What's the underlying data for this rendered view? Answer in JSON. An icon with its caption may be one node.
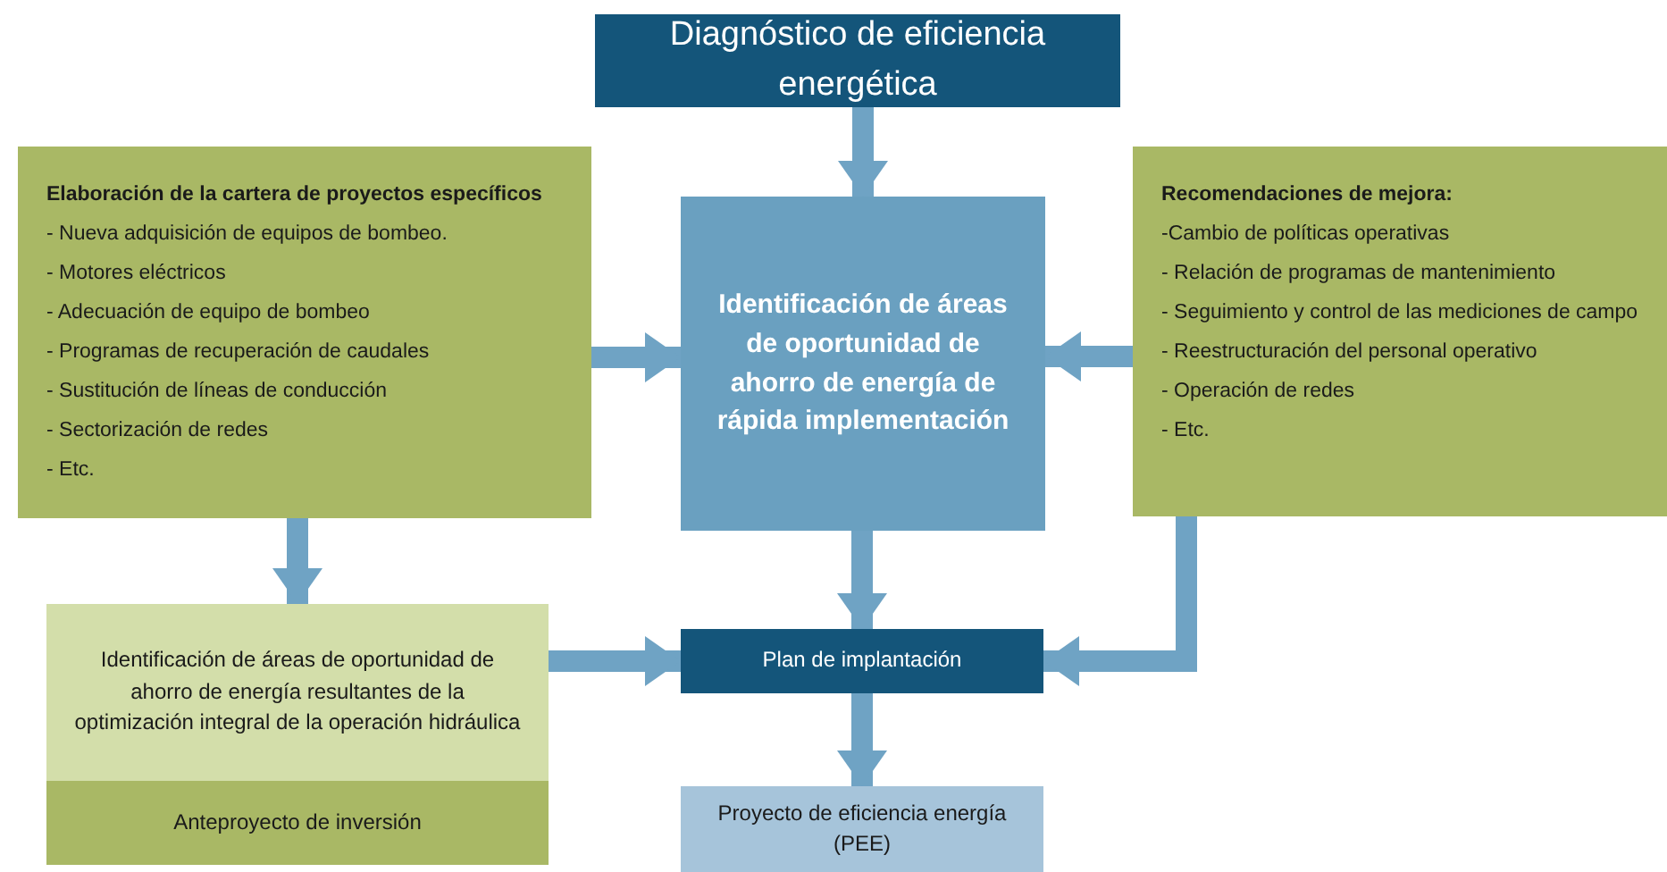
{
  "diagram": {
    "nodes": [
      {
        "text": [
          "Diagnóstico de eficiencia energética"
        ]
      },
      {
        "text": [
          "Elaboración de la cartera de proyectos específicos",
          "- Nueva adquisición de equipos de bombeo.",
          "- Motores eléctricos",
          "- Adecuación de equipo de bombeo",
          "- Programas de recuperación de caudales",
          "- Sustitución de líneas de conducción",
          "- Sectorización de redes",
          "- Etc."
        ]
      },
      {
        "text": [
          "Identificación de áreas de oportunidad de ahorro de energía de rápida implementación"
        ]
      },
      {
        "text": [
          "Recomendaciones de mejora:",
          "-Cambio de políticas operativas",
          "- Relación de programas de mantenimiento",
          "- Seguimiento y control de las mediciones de campo",
          "- Reestructuración del personal operativo",
          "- Operación de redes",
          "- Etc."
        ]
      },
      {
        "text": [
          "Identificación de áreas de oportunidad de ahorro de energía resultantes de la optimización integral de la operación hidráulica"
        ]
      },
      {
        "text": [
          "Anteproyecto de inversión"
        ]
      },
      {
        "text": [
          "Plan de implantación"
        ]
      },
      {
        "text": [
          "Proyecto de eficiencia energía (PEE)"
        ]
      }
    ],
    "edges": [
      {
        "from": 0,
        "to": 2,
        "arrow": "to"
      },
      {
        "from": 1,
        "to": 2,
        "arrow": "to"
      },
      {
        "from": 3,
        "to": 2,
        "arrow": "to"
      },
      {
        "from": 1,
        "to": 4,
        "arrow": "to"
      },
      {
        "from": 4,
        "to": 6,
        "arrow": "to"
      },
      {
        "from": 2,
        "to": 6,
        "arrow": "to"
      },
      {
        "from": 3,
        "to": 6,
        "arrow": "to"
      },
      {
        "from": 6,
        "to": 7,
        "arrow": "to"
      }
    ]
  }
}
